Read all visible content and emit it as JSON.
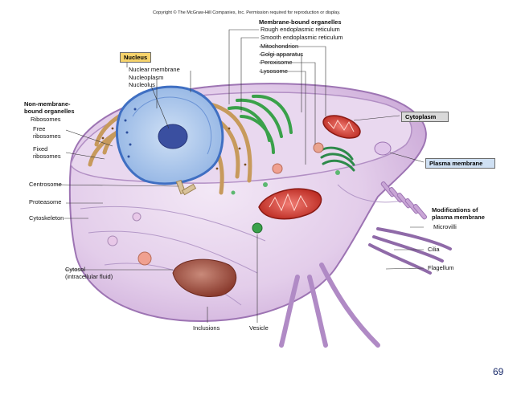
{
  "copyright": "Copyright © The McGraw-Hill Companies, Inc. Permission required for reproduction or display.",
  "labels": {
    "membrane_bound_header": "Membrane-bound organelles",
    "membrane_bound": [
      "Rough endoplasmic reticulum",
      "Smooth endoplasmic reticulum",
      "Mitochondrion",
      "Golgi apparatus",
      "Peroxisome",
      "Lysosome"
    ],
    "nucleus_box": "Nucleus",
    "nucleus_parts": [
      "Nuclear membrane",
      "Nucleoplasm",
      "Nucleolus"
    ],
    "non_membrane_header_line1": "Non-membrane-",
    "non_membrane_header_line2": "bound organelles",
    "ribosomes": "Ribosomes",
    "free_ribosomes_1": "Free",
    "free_ribosomes_2": "ribosomes",
    "fixed_ribosomes_1": "Fixed",
    "fixed_ribosomes_2": "ribosomes",
    "centrosome": "Centrosome",
    "proteasome": "Proteasome",
    "cytoskeleton": "Cytoskeleton",
    "cytosol_1": "Cytosol",
    "cytosol_2": "(intracellular fluid)",
    "inclusions": "Inclusions",
    "vesicle": "Vesicle",
    "cytoplasm_box": "Cytoplasm",
    "plasma_membrane_box": "Plasma membrane",
    "modifications_1": "Modifications of",
    "modifications_2": "plasma membrane",
    "microvilli": "Microvilli",
    "cilia": "Cilia",
    "flagellum": "Flagellum"
  },
  "page_number": "69"
}
